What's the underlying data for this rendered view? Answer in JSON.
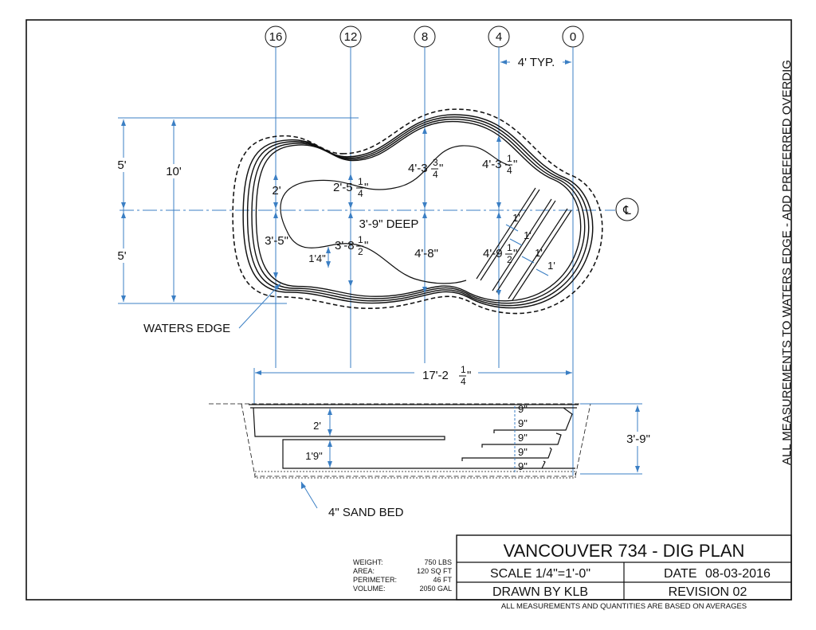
{
  "station_markers": [
    "16",
    "12",
    "8",
    "4",
    "0"
  ],
  "spacing_label": "4' TYP.",
  "centerline_symbol": "℄",
  "side_note": "ALL MEASUREMENTS TO WATERS EDGE - ADD PREFERRED OVERDIG",
  "plan": {
    "dim_5_top": "5'",
    "dim_10": "10'",
    "dim_5_bottom": "5'",
    "dim_2": "2'",
    "dim_2_5_whole": "2'-5",
    "dim_2_5_num": "1",
    "dim_2_5_den": "4",
    "dim_4_3_34_whole": "4'-3",
    "dim_4_3_34_num": "3",
    "dim_4_3_34_den": "4",
    "dim_4_3_14_whole": "4'-3",
    "dim_4_3_14_num": "1",
    "dim_4_3_14_den": "4",
    "deep_label": "3'-9\" DEEP",
    "dim_3_5": "3'-5\"",
    "dim_3_8_whole": "3'-8",
    "dim_3_8_num": "1",
    "dim_3_8_den": "2",
    "dim_1_4": "1'4\"",
    "dim_4_8": "4'-8\"",
    "dim_4_9_whole": "4'-9",
    "dim_4_9_num": "1",
    "dim_4_9_den": "2",
    "step_widths": [
      "1'",
      "1'",
      "1'",
      "1'"
    ],
    "waters_edge_label": "WATERS EDGE",
    "length_whole": "17'-2",
    "length_num": "1",
    "length_den": "4"
  },
  "section": {
    "dim_2": "2'",
    "dim_1_9": "1'9\"",
    "step_heights": [
      "9\"",
      "9\"",
      "9\"",
      "9\"",
      "9\""
    ],
    "depth": "3'-9\"",
    "sand_bed_label": "4\" SAND BED"
  },
  "specs": [
    {
      "label": "WEIGHT:",
      "value": "750 LBS"
    },
    {
      "label": "AREA:",
      "value": "120 SQ FT"
    },
    {
      "label": "PERIMETER:",
      "value": "46 FT"
    },
    {
      "label": "VOLUME:",
      "value": "2050 GAL"
    }
  ],
  "title_block": {
    "title": "VANCOUVER 734 - DIG PLAN",
    "scale": "SCALE 1/4\"=1'-0\"",
    "date_label": "DATE",
    "date_value": "08-03-2016",
    "drawn_by": "DRAWN BY KLB",
    "revision": "REVISION 02",
    "footnote": "ALL MEASUREMENTS AND QUANTITIES ARE BASED ON AVERAGES"
  }
}
